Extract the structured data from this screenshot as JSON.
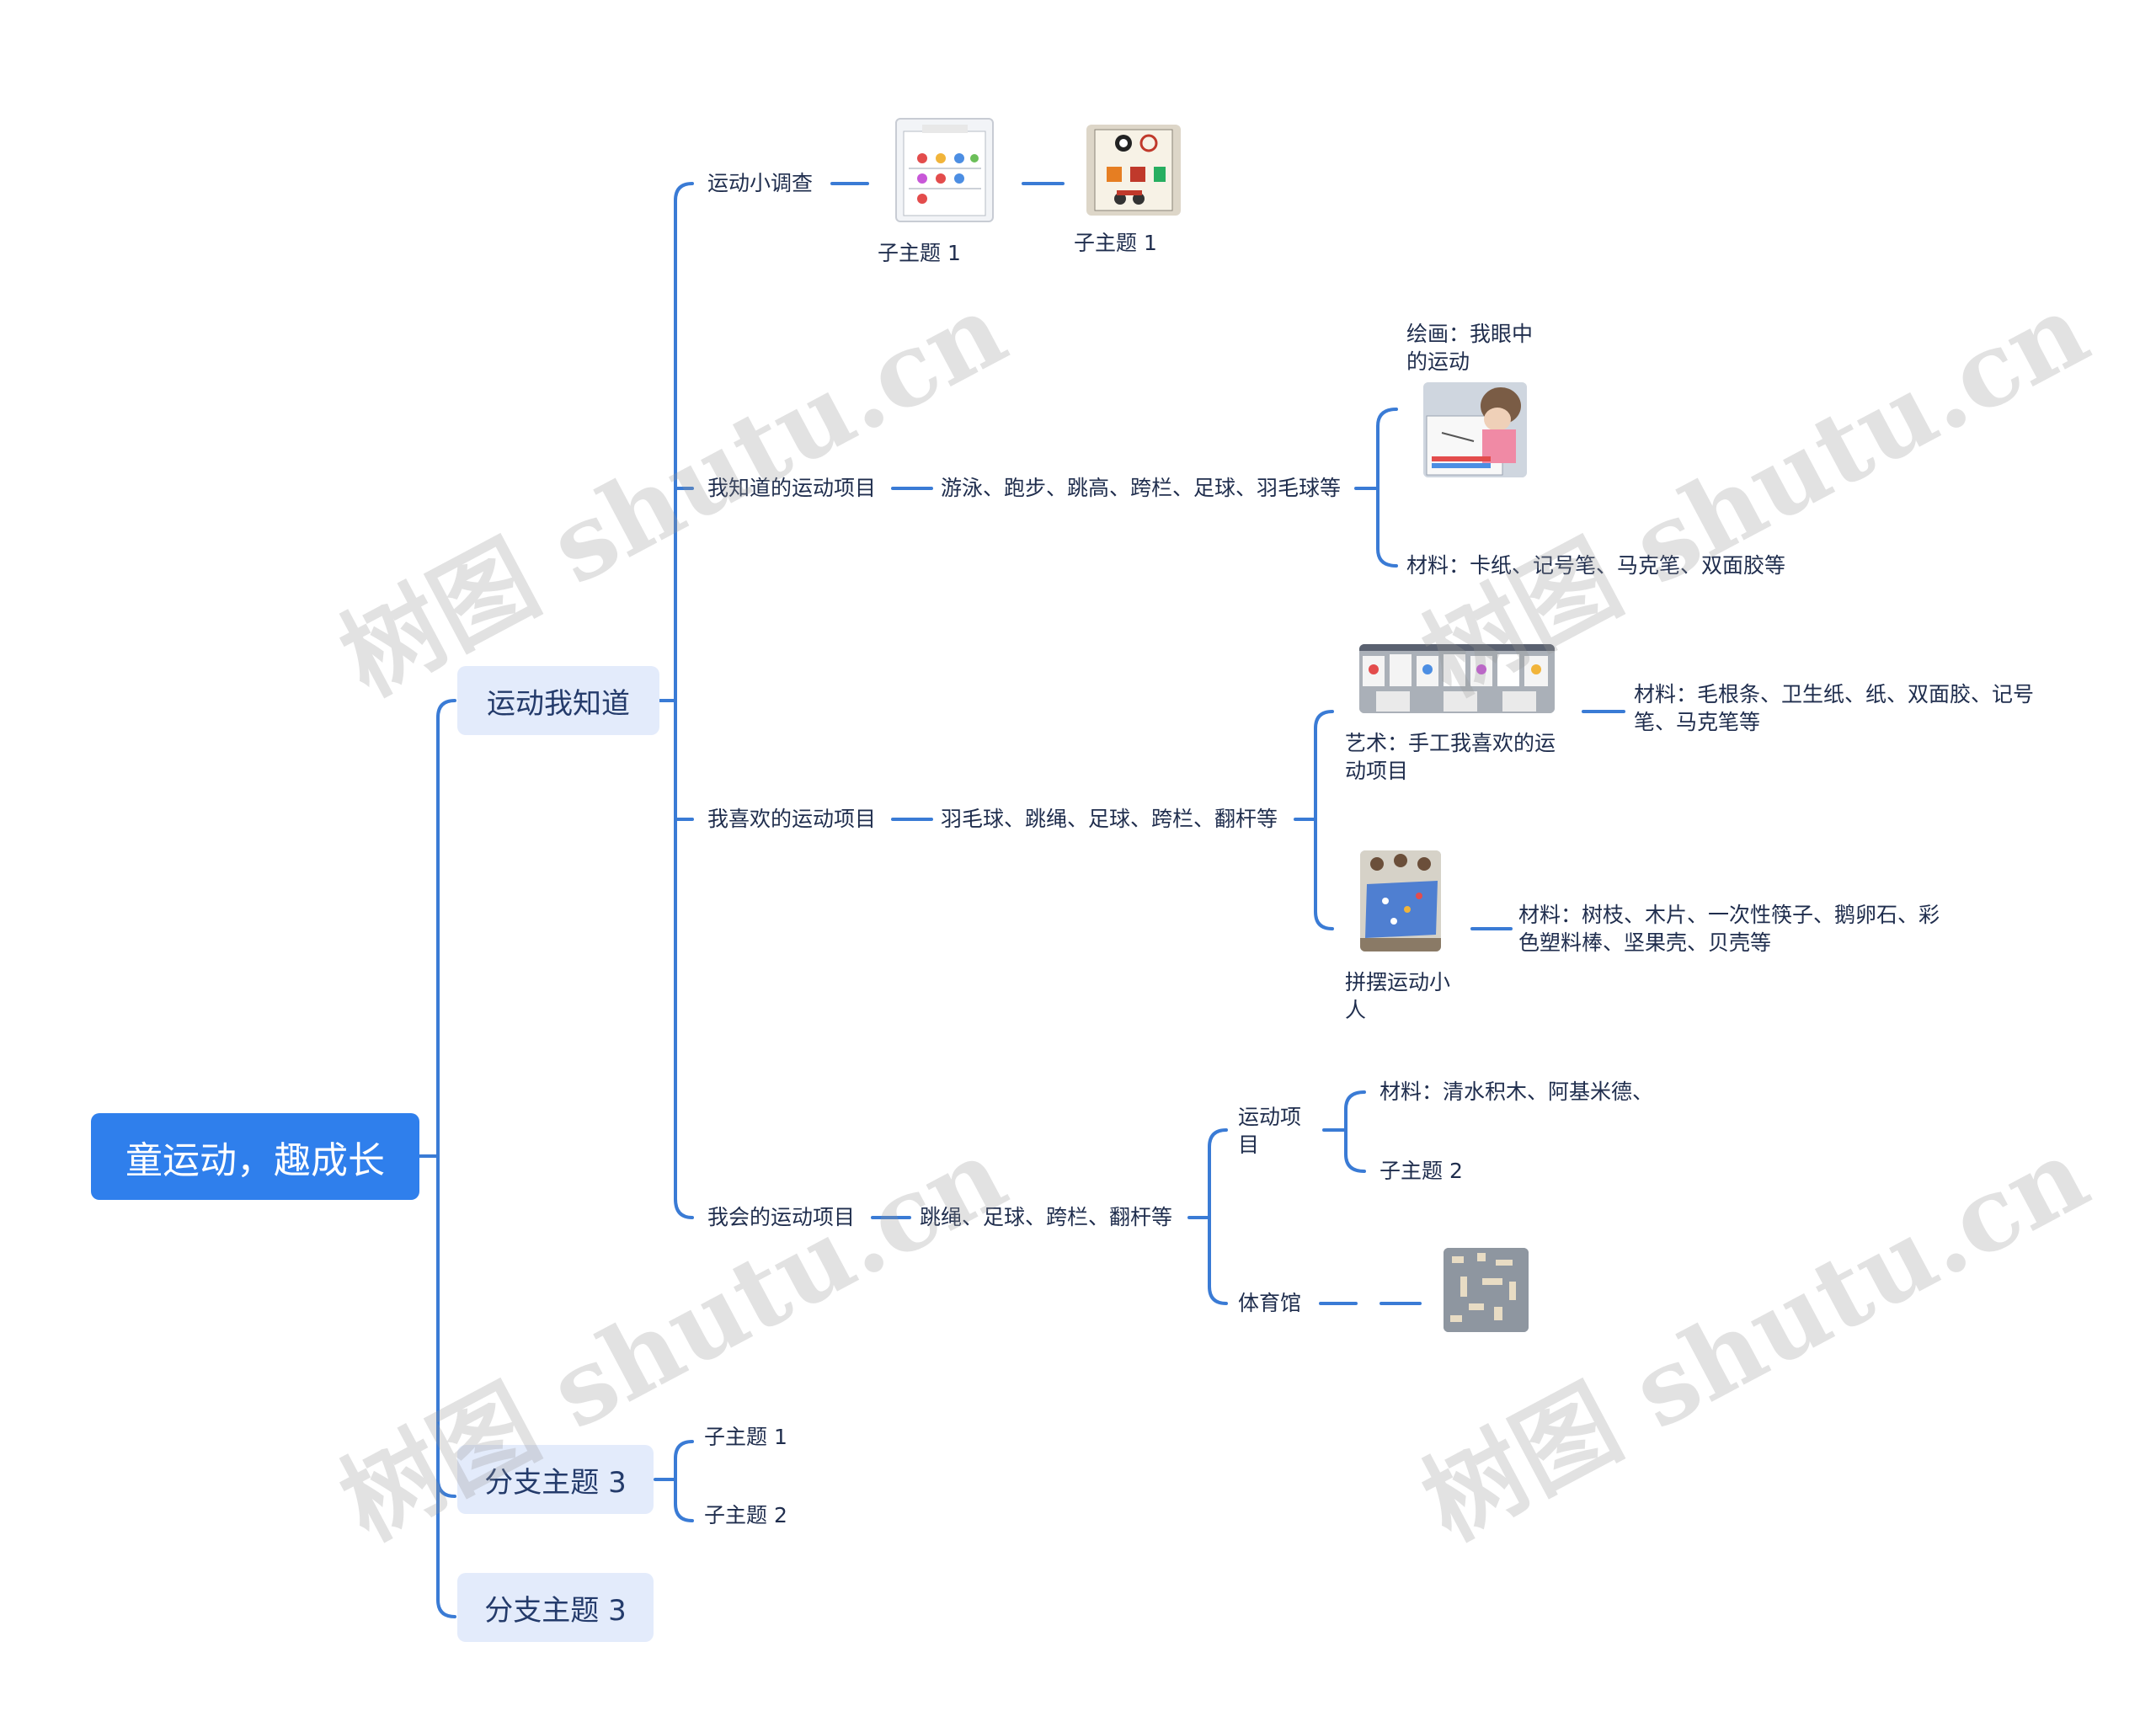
{
  "root": {
    "label": "童运动，趣成长"
  },
  "branches": {
    "b1": {
      "label": "运动我知道"
    },
    "b2": {
      "label": "分支主题 3"
    },
    "b3": {
      "label": "分支主题 3"
    }
  },
  "b1_children": {
    "survey": {
      "label": "运动小调查",
      "img1_caption": "子主题 1",
      "img2_caption": "子主题 1"
    },
    "know": {
      "label": "我知道的运动项目",
      "list": "游泳、跑步、跳高、跨栏、足球、羽毛球等",
      "drawing_caption": "绘画：我眼中的运动",
      "materials": "材料：卡纸、记号笔、马克笔、双面胶等"
    },
    "like": {
      "label": "我喜欢的运动项目",
      "list": "羽毛球、跳绳、足球、跨栏、翻杆等",
      "art_caption": "艺术：手工我喜欢的运动项目",
      "art_materials": "材料：毛根条、卫生纸、纸、双面胶、记号笔、马克笔等",
      "figure_caption": "拼摆运动小人",
      "figure_materials": "材料：树枝、木片、一次性筷子、鹅卵石、彩色塑料棒、坚果壳、贝壳等"
    },
    "can": {
      "label": "我会的运动项目",
      "list": "跳绳、足球、跨栏、翻杆等",
      "sport_items": "运动项目",
      "sport_materials": "材料：清水积木、阿基米德、",
      "sport_sub": "子主题 2",
      "gym": "体育馆"
    }
  },
  "b2_children": {
    "c1": "子主题 1",
    "c2": "子主题 2"
  },
  "watermark": "树图 shutu.cn",
  "colors": {
    "line": "#3a7bd5",
    "root_bg": "#2f7fec",
    "branch_bg": "#e3ebfb"
  }
}
